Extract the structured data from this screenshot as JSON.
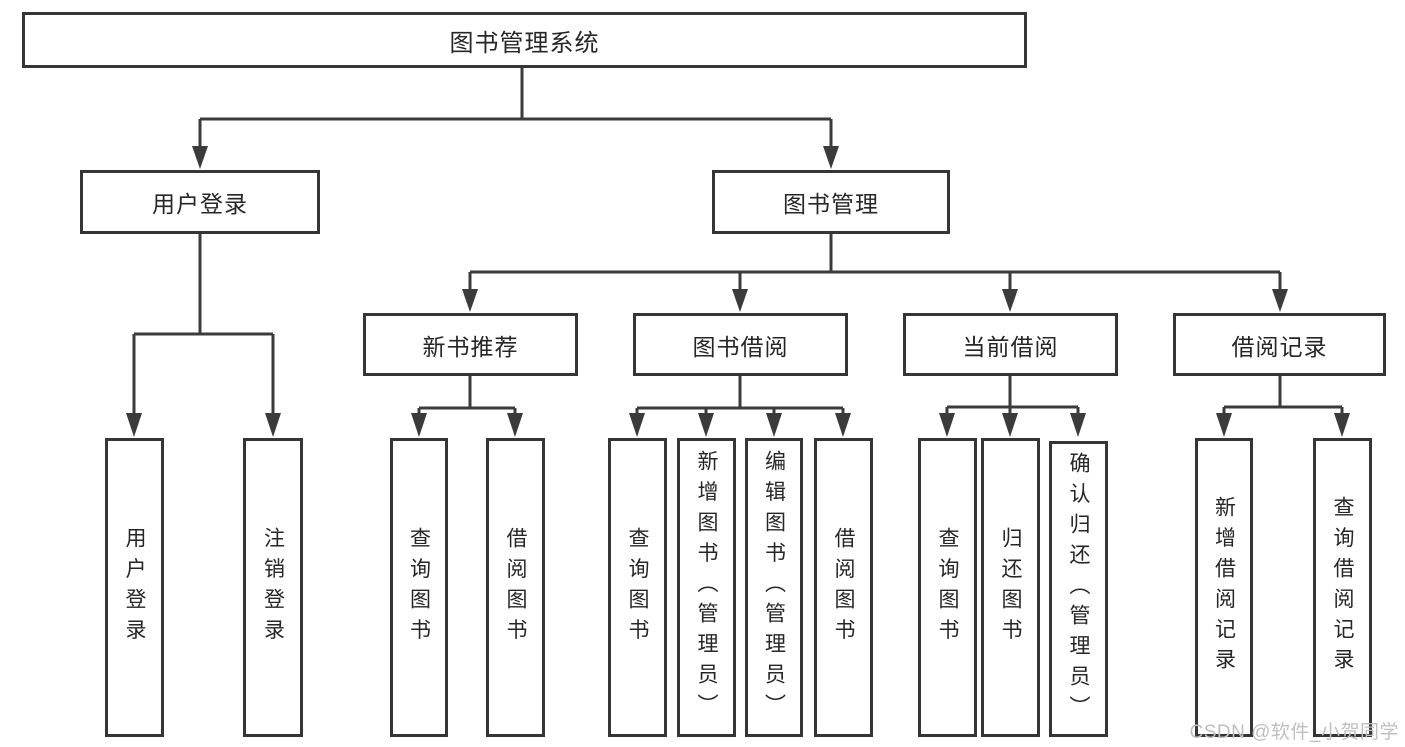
{
  "nodes": {
    "root": "图书管理系统",
    "user_login": "用户登录",
    "book_management": "图书管理",
    "new_book_recommendation": "新书推荐",
    "book_borrowing": "图书借阅",
    "current_borrowing": "当前借阅",
    "borrowing_records": "借阅记录"
  },
  "leaves": {
    "user_login": [
      "用户登录",
      "注销登录"
    ],
    "new_book_recommendation": [
      "查询图书",
      "借阅图书"
    ],
    "book_borrowing": [
      "查询图书",
      "新增图书（管理员）",
      "编辑图书（管理员）",
      "借阅图书"
    ],
    "current_borrowing": [
      "查询图书",
      "归还图书",
      "确认归还（管理员）"
    ],
    "borrowing_records": [
      "新增借阅记录",
      "查询借阅记录"
    ]
  },
  "watermark": "CSDN @软件_小贺同学",
  "colors": {
    "line": "#3b3b3b",
    "box_border": "#353535",
    "text": "#262626",
    "background": "#ffffff",
    "watermark": "#bfbfbf"
  }
}
